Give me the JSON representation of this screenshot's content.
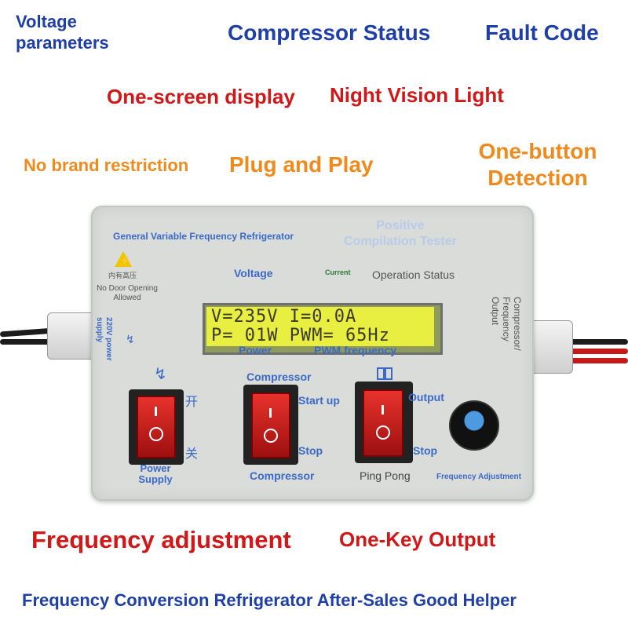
{
  "headlines": {
    "voltage_parameters": "Voltage\nparameters",
    "compressor_status": "Compressor Status",
    "fault_code": "Fault Code",
    "one_screen_display": "One-screen display",
    "night_vision_light": "Night Vision Light",
    "no_brand_restriction": "No brand restriction",
    "plug_and_play": "Plug and Play",
    "one_button_detection": "One-button\nDetection",
    "frequency_adjustment": "Frequency adjustment",
    "one_key_output": "One-Key Output",
    "footer": "Frequency Conversion Refrigerator After-Sales Good Helper"
  },
  "device": {
    "title": "General Variable Frequency Refrigerator",
    "title_right": "Positive\nCompilation Tester",
    "warning_cn": "内有高压",
    "warning_en": "No Door Opening\nAllowed",
    "power_supply_side": "220V power\nsupply",
    "compressor_side": "Compressor/\nFrequency Output",
    "labels": {
      "voltage": "Voltage",
      "current": "Current",
      "operation_status": "Operation Status",
      "power": "Power",
      "pwm_frequency": "PWM frequency",
      "compressor_top": "Compressor",
      "start_up": "Start up",
      "stop_mid": "Stop",
      "compressor_bottom": "Compressor",
      "output": "Output",
      "stop_right": "Stop",
      "ping_pong": "Ping Pong",
      "power_supply": "Power\nSupply",
      "kai": "开",
      "guan": "关",
      "frequency_adjustment": "Frequency Adjustment"
    },
    "lcd": {
      "line1": "V=235V I=0.0A",
      "line2": "P= 01W PWM= 65Hz"
    }
  },
  "colors": {
    "blue": "#1f3fa8",
    "red": "#d01818",
    "orange": "#f08a1c",
    "lcd": "#e8ef40",
    "label_blue": "#3a69c9"
  }
}
